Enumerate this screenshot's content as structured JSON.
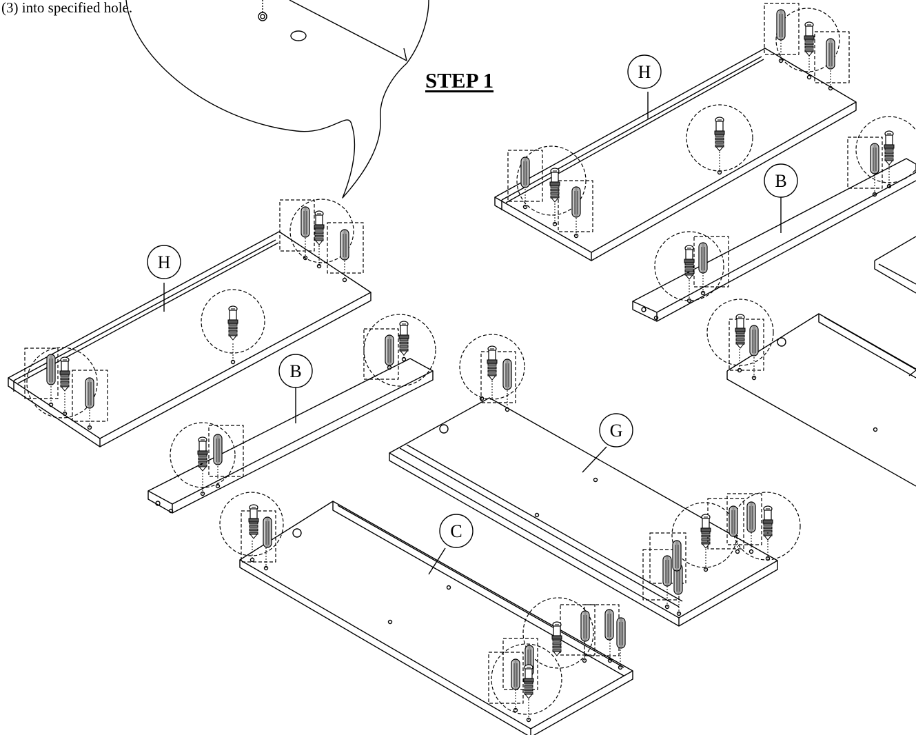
{
  "instruction": {
    "text": "(3) into specified hole."
  },
  "step": {
    "title": "STEP 1"
  },
  "part_labels": [
    {
      "id": "H-left",
      "letter": "H"
    },
    {
      "id": "B-left",
      "letter": "B"
    },
    {
      "id": "H-right",
      "letter": "H"
    },
    {
      "id": "B-right",
      "letter": "B"
    },
    {
      "id": "G",
      "letter": "G"
    },
    {
      "id": "C",
      "letter": "C"
    }
  ],
  "colors": {
    "line": "#000000",
    "background": "#ffffff",
    "pin_fill": "#9a9a9a"
  }
}
